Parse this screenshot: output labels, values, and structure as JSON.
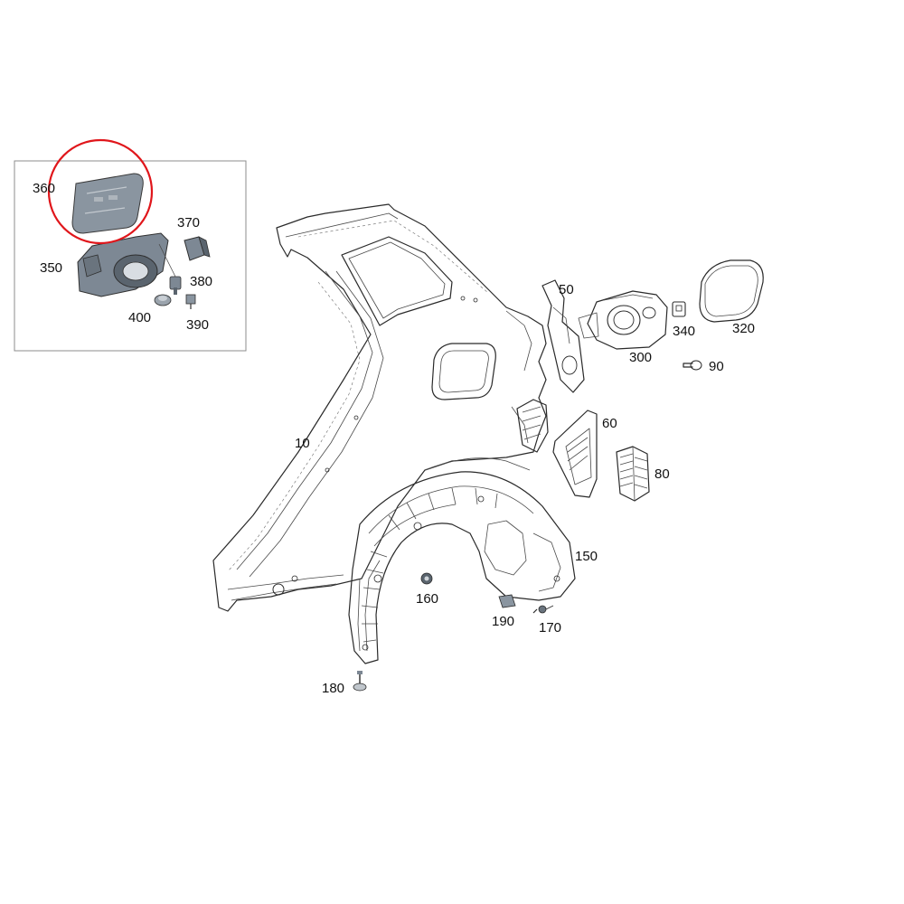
{
  "parts": [
    {
      "id": "p10",
      "label": "10"
    },
    {
      "id": "p50",
      "label": "50"
    },
    {
      "id": "p60",
      "label": "60"
    },
    {
      "id": "p80",
      "label": "80"
    },
    {
      "id": "p90",
      "label": "90"
    },
    {
      "id": "p150",
      "label": "150"
    },
    {
      "id": "p160",
      "label": "160"
    },
    {
      "id": "p170",
      "label": "170"
    },
    {
      "id": "p180",
      "label": "180"
    },
    {
      "id": "p190",
      "label": "190"
    },
    {
      "id": "p300",
      "label": "300"
    },
    {
      "id": "p320",
      "label": "320"
    },
    {
      "id": "p340",
      "label": "340"
    },
    {
      "id": "p350",
      "label": "350"
    },
    {
      "id": "p360",
      "label": "360"
    },
    {
      "id": "p370",
      "label": "370"
    },
    {
      "id": "p380",
      "label": "380"
    },
    {
      "id": "p390",
      "label": "390"
    },
    {
      "id": "p400",
      "label": "400"
    }
  ],
  "colors": {
    "line": "#2a2a2a",
    "shaded_part": "#7d8894",
    "shaded_part_dark": "#5a646e",
    "highlight_circle": "#e0161b",
    "inset_border": "#8c8c8c"
  },
  "highlighted_part": "360"
}
